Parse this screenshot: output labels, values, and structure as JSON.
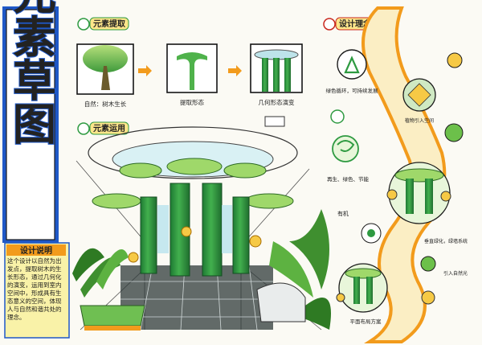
{
  "title": {
    "text": "元素草图"
  },
  "sections": {
    "extraction": "元素提取",
    "application": "元素运用",
    "concept": "设计理念"
  },
  "extraction_steps": [
    {
      "caption": "自然：树木生长"
    },
    {
      "caption": "提取形态"
    },
    {
      "caption": "几何形态演变"
    }
  ],
  "design_notes": {
    "heading": "设计说明",
    "body": "这个设计以自然为出发点，提取树木的生长形态，通过几何化的演变，运用到室内空间中，形成具有生态意义的空间，体现人与自然和谐共处的理念。"
  },
  "concept_labels": {
    "recycle": "绿色循环，可持续发展",
    "regeneration": "再生、绿色、节能",
    "organic": "有机",
    "plant": "植物引入空间",
    "greenwall": "垂直绿化，绿墙系统",
    "light": "引入自然光",
    "floor": "平面布局方案"
  },
  "colors": {
    "blue": "#1f58c7",
    "green": "#2e9a41",
    "light_green": "#9fd86a",
    "orange": "#f29b1c",
    "yellow": "#f6c945",
    "red": "#c9281e"
  }
}
